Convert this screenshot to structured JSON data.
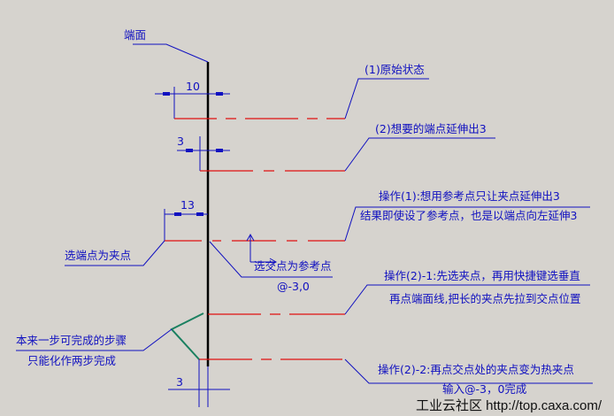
{
  "labels": {
    "end_face": "端面",
    "state1": "(1)原始状态",
    "state2": "(2)想要的端点延伸出3",
    "op1_line1": "操作(1):想用参考点只让夹点延伸出3",
    "op1_line2": "结果即使设了参考点，也是以端点向左延伸3",
    "select_endpoint": "选端点为夹点",
    "select_intersection": "选交点为参考点",
    "input1": "@-3,0",
    "op21_line1": "操作(2)-1:先选夹点，再用快捷键选垂直",
    "op21_line2": "再点端面线,把长的夹点先拉到交点位置",
    "two_steps_line1": "本来一步可完成的步骤",
    "two_steps_line2": "只能化作两步完成",
    "op22_line1": "操作(2)-2:再点交点处的夹点变为热夹点",
    "op22_line2": "输入@-3，0完成"
  },
  "dimensions": {
    "d1": "10",
    "d2": "3",
    "d3": "13",
    "d4": "3"
  },
  "watermark": "工业云社区 http://top.caxa.com/",
  "colors": {
    "background": "#d6d3ce",
    "annotation": "#1010c0",
    "centerline": "#e01010",
    "face": "#000000",
    "leader_green": "#1a8060"
  }
}
